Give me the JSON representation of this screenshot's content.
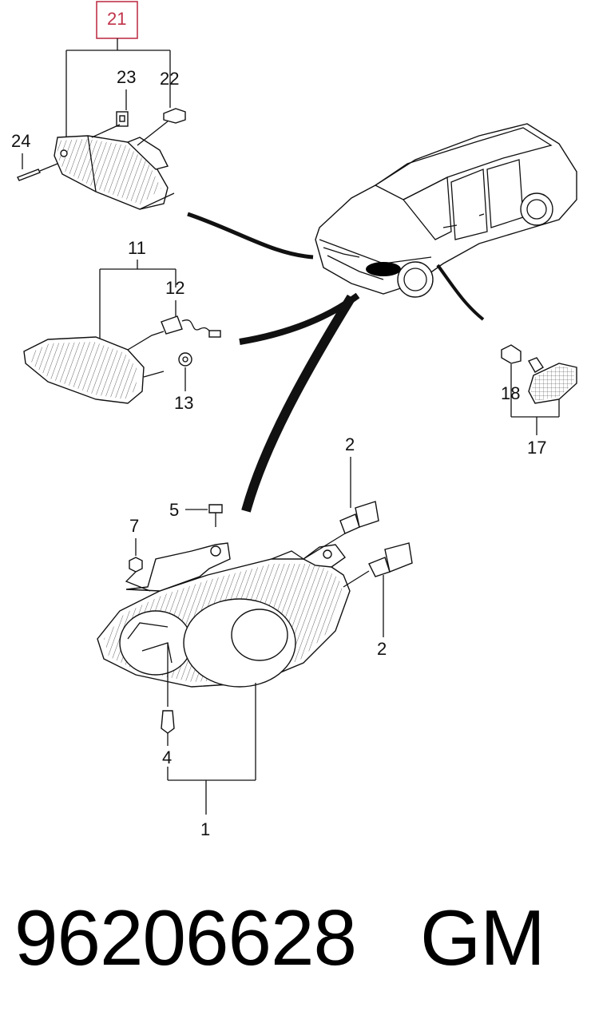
{
  "diagram": {
    "callouts": [
      {
        "id": "21",
        "text": "21",
        "highlight": true
      },
      {
        "id": "23",
        "text": "23"
      },
      {
        "id": "22",
        "text": "22"
      },
      {
        "id": "24",
        "text": "24"
      },
      {
        "id": "11",
        "text": "11"
      },
      {
        "id": "12",
        "text": "12"
      },
      {
        "id": "13",
        "text": "13"
      },
      {
        "id": "18",
        "text": "18"
      },
      {
        "id": "17",
        "text": "17"
      },
      {
        "id": "2a",
        "text": "2"
      },
      {
        "id": "5",
        "text": "5"
      },
      {
        "id": "7",
        "text": "7"
      },
      {
        "id": "2b",
        "text": "2"
      },
      {
        "id": "4",
        "text": "4"
      },
      {
        "id": "1",
        "text": "1"
      }
    ],
    "highlight_color": "#c0334a"
  },
  "footer": {
    "part_number": "96206628",
    "manufacturer": "GM"
  }
}
